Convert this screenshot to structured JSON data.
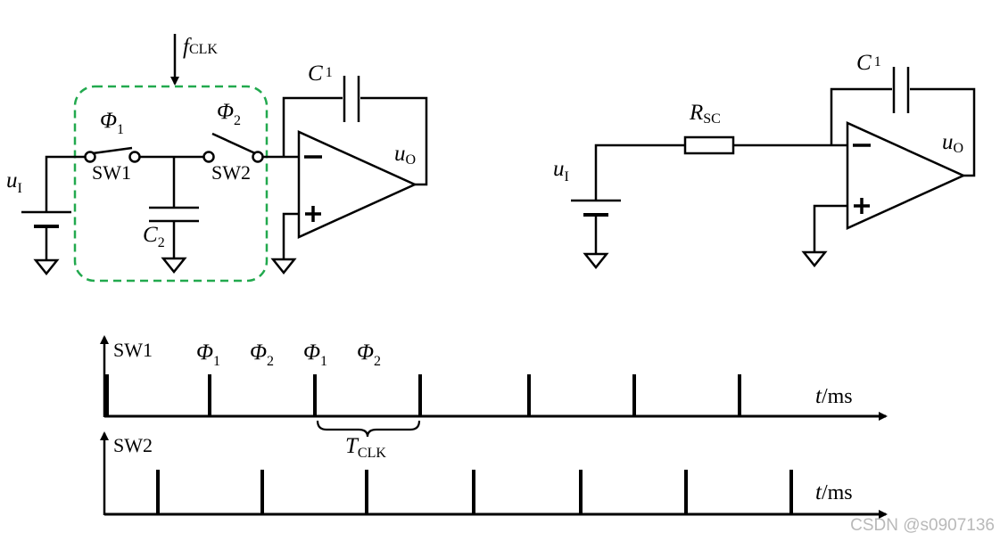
{
  "left_circuit": {
    "clock_label": {
      "main": "f",
      "sub": "CLK"
    },
    "phase1": {
      "main": "Φ",
      "sub": "1"
    },
    "phase2": {
      "main": "Φ",
      "sub": "2"
    },
    "switch1": "SW1",
    "switch2": "SW2",
    "input": {
      "main": "u",
      "sub": "I"
    },
    "capacitor_c2": {
      "main": "C",
      "sub": "2"
    },
    "capacitor_c1": {
      "main": "C",
      "sub": "1"
    },
    "output": {
      "main": "u",
      "sub": "O"
    }
  },
  "right_circuit": {
    "resistor": {
      "main": "R",
      "sub": "SC"
    },
    "capacitor_c1": {
      "main": "C",
      "sub": "1"
    },
    "input": {
      "main": "u",
      "sub": "I"
    },
    "output": {
      "main": "u",
      "sub": "O"
    }
  },
  "timing": {
    "sw1_label": "SW1",
    "sw2_label": "SW2",
    "phase_labels": [
      {
        "main": "Φ",
        "sub": "1"
      },
      {
        "main": "Φ",
        "sub": "2"
      },
      {
        "main": "Φ",
        "sub": "1"
      },
      {
        "main": "Φ",
        "sub": "2"
      }
    ],
    "axis1": {
      "main": "t",
      "rest": "/ms"
    },
    "axis2": {
      "main": "t",
      "rest": "/ms"
    },
    "period": {
      "main": "T",
      "sub": "CLK"
    }
  },
  "watermark": "CSDN @s0907136",
  "colors": {
    "dashed_box": "#22a94e",
    "ink": "#000000",
    "watermark": "#b9b9b9"
  }
}
